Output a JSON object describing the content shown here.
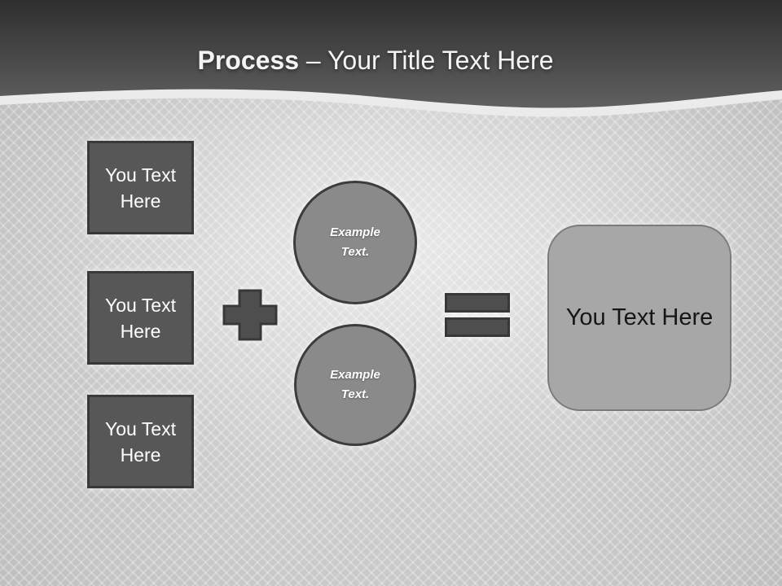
{
  "title": {
    "bold": "Process ",
    "rest": "– Your Title Text Here"
  },
  "input_boxes": [
    {
      "label": "You Text Here"
    },
    {
      "label": "You Text Here"
    },
    {
      "label": "You Text Here"
    }
  ],
  "operators": [
    {
      "name": "plus-icon",
      "glyph": "+"
    },
    {
      "name": "equals-icon",
      "glyph": "="
    }
  ],
  "circles": [
    {
      "lines": [
        "Example",
        "Text."
      ]
    },
    {
      "lines": [
        "Example",
        "Text."
      ]
    }
  ],
  "result_box": {
    "label": "You Text Here"
  },
  "colors": {
    "header_gradient_top": "#2f2f2f",
    "header_gradient_bottom": "#606060",
    "title_text": "#f4f4f4",
    "dark_box_fill": "#575757",
    "dark_box_border": "#393939",
    "circle_fill": "#8a8a8a",
    "circle_border": "#3c3c3c",
    "operator_fill": "#4e4e4e",
    "operator_border": "#383838",
    "result_fill": "#a7a7a7",
    "result_border": "#7b7b7b",
    "result_text": "#161616",
    "background": "#d4d4d4",
    "shape_text": "#ffffff"
  }
}
